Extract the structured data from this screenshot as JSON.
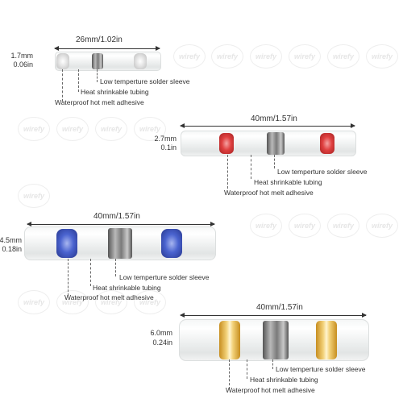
{
  "watermark_text": "wirefy",
  "connectors": [
    {
      "length_label": "26mm/1.02in",
      "size_mm": "1.7mm",
      "size_in": "0.06in",
      "ring_color": "#dadada",
      "labels": {
        "sleeve": "Low temperture solder sleeve",
        "tubing": "Heat shrinkable tubing",
        "adhesive": "Waterproof hot melt adhesive"
      }
    },
    {
      "length_label": "40mm/1.57in",
      "size_mm": "2.7mm",
      "size_in": "0.1in",
      "ring_color": "#e03a3a",
      "labels": {
        "sleeve": "Low temperture solder sleeve",
        "tubing": "Heat shrinkable tubing",
        "adhesive": "Waterproof hot melt adhesive"
      }
    },
    {
      "length_label": "40mm/1.57in",
      "size_mm": "4.5mm",
      "size_in": "0.18in",
      "ring_color": "#3b56c4",
      "labels": {
        "sleeve": "Low temperture solder sleeve",
        "tubing": "Heat shrinkable tubing",
        "adhesive": "Waterproof hot melt adhesive"
      }
    },
    {
      "length_label": "40mm/1.57in",
      "size_mm": "6.0mm",
      "size_in": "0.24in",
      "ring_color": "#e0b43a",
      "labels": {
        "sleeve": "Low temperture solder sleeve",
        "tubing": "Heat shrinkable tubing",
        "adhesive": "Waterproof hot melt adhesive"
      }
    }
  ]
}
